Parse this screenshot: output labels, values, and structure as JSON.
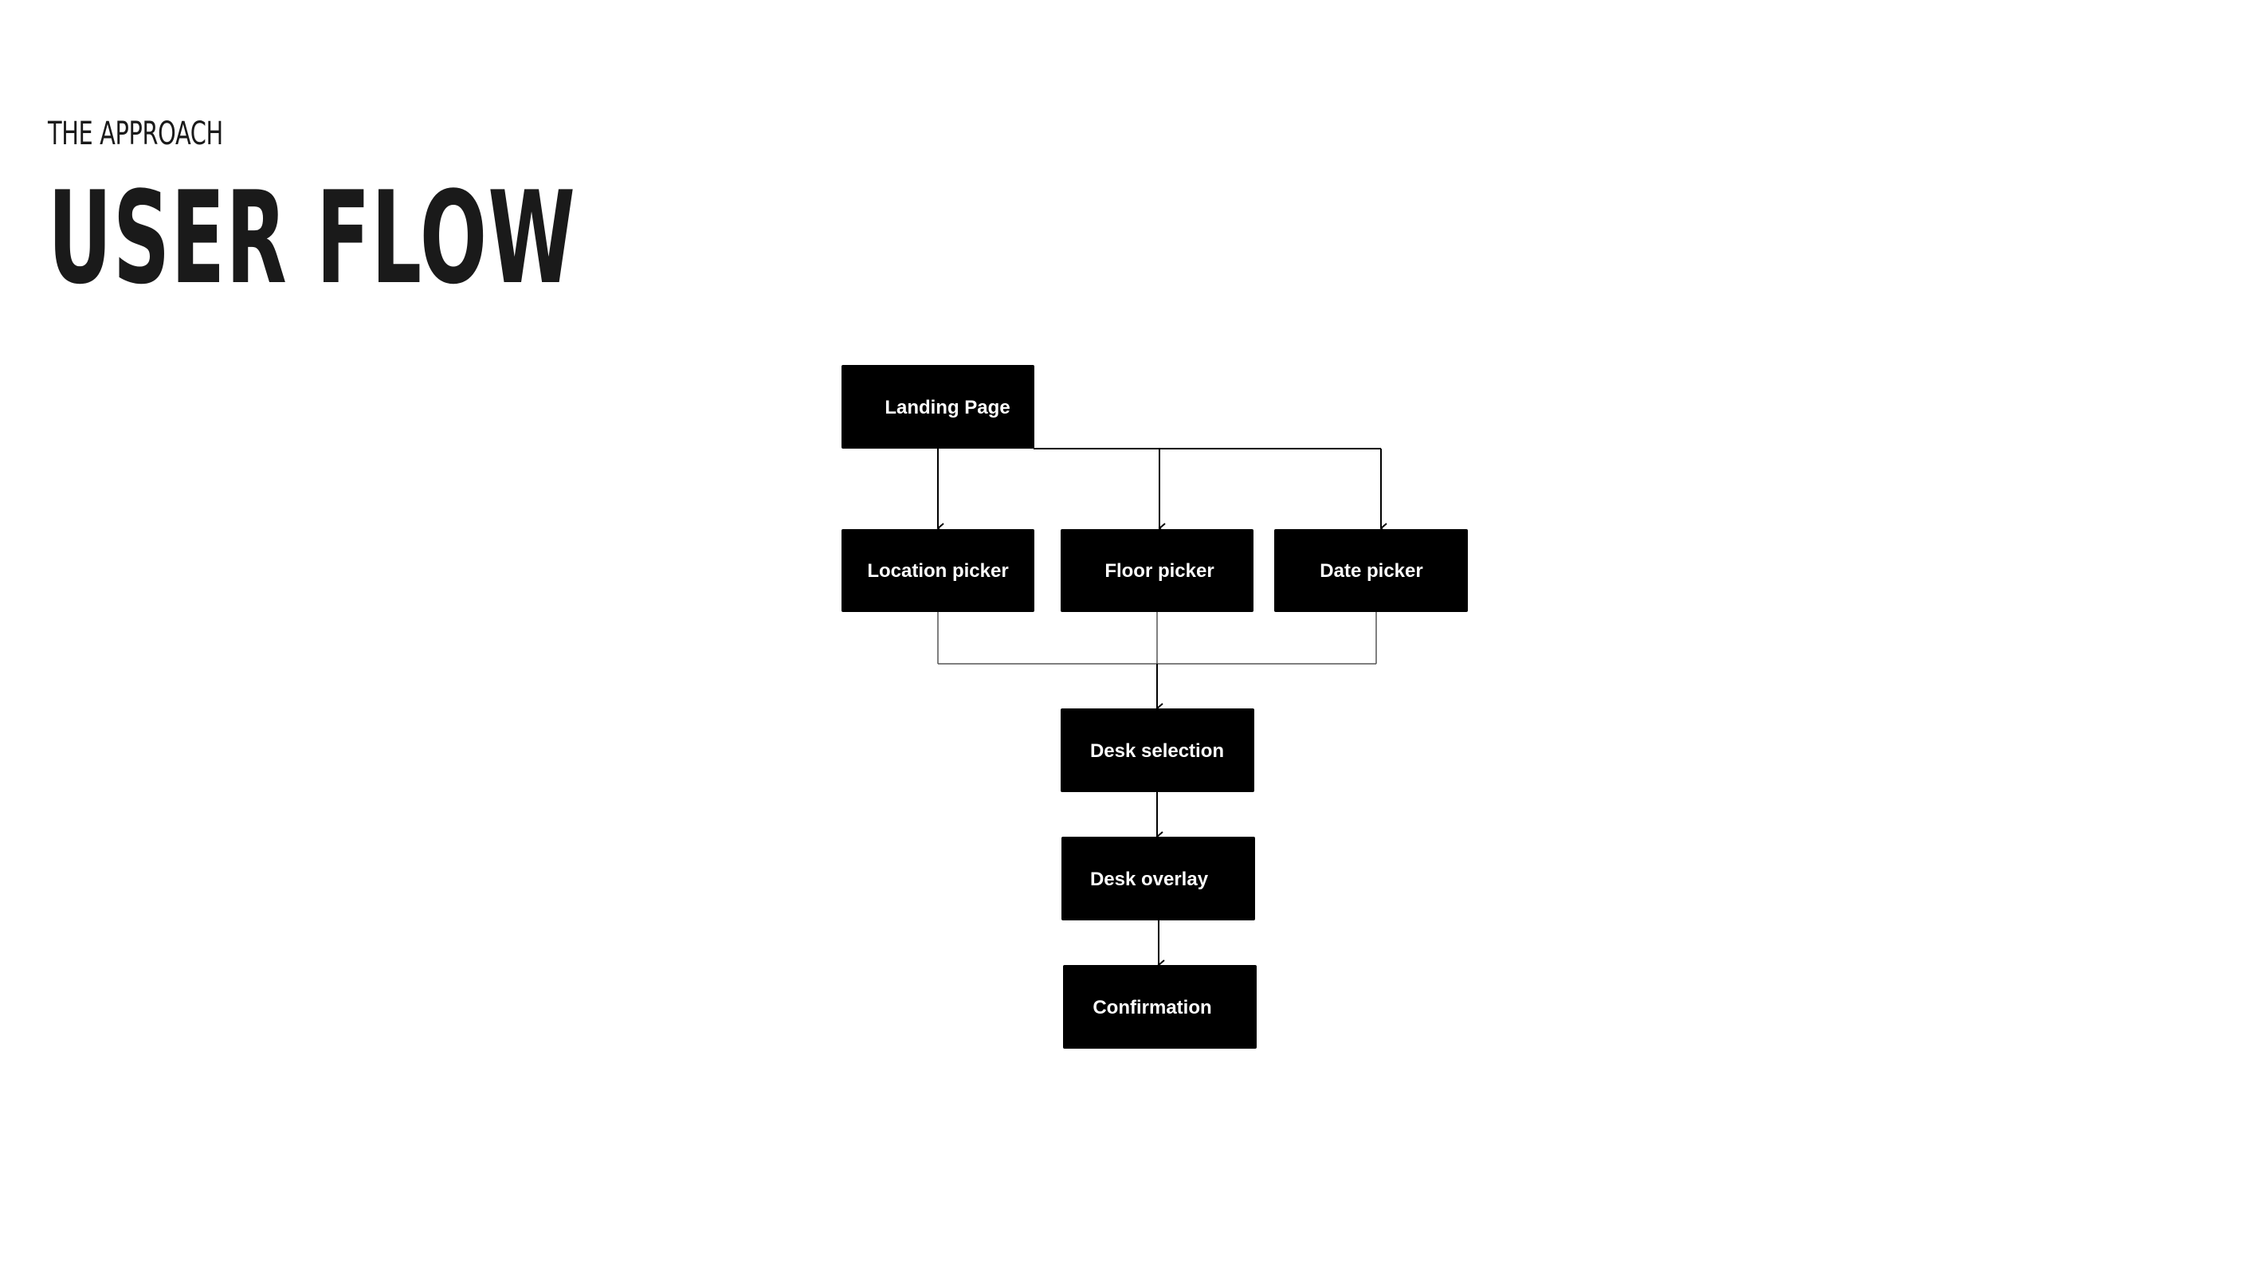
{
  "header": {
    "eyebrow": "THE APPROACH",
    "title": "USER FLOW"
  },
  "flow": {
    "nodes": [
      {
        "id": "landing",
        "label": "Landing Page"
      },
      {
        "id": "location",
        "label": "Location picker"
      },
      {
        "id": "floor",
        "label": "Floor picker"
      },
      {
        "id": "date",
        "label": "Date picker"
      },
      {
        "id": "desk-selection",
        "label": "Desk selection"
      },
      {
        "id": "desk-overlay",
        "label": "Desk overlay"
      },
      {
        "id": "confirmation",
        "label": "Confirmation"
      }
    ],
    "edges": [
      {
        "from": "landing",
        "to": "location"
      },
      {
        "from": "landing",
        "to": "floor"
      },
      {
        "from": "landing",
        "to": "date"
      },
      {
        "from": "location",
        "to": "desk-selection"
      },
      {
        "from": "floor",
        "to": "desk-selection"
      },
      {
        "from": "date",
        "to": "desk-selection"
      },
      {
        "from": "desk-selection",
        "to": "desk-overlay"
      },
      {
        "from": "desk-overlay",
        "to": "confirmation"
      }
    ],
    "colors": {
      "node_fill": "#000000",
      "node_text": "#ffffff",
      "connector": "#000000",
      "connector_light": "#555555"
    }
  }
}
